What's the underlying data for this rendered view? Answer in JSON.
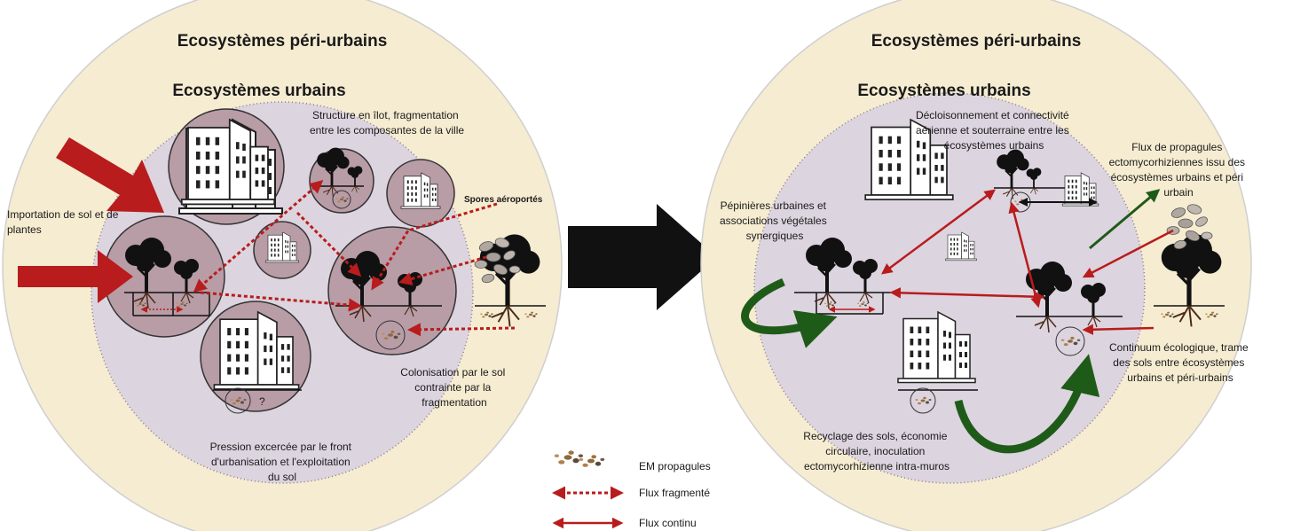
{
  "left_panel": {
    "outer_title": "Ecosystèmes péri-urbains",
    "inner_title": "Ecosystèmes urbains",
    "labels": {
      "structure": [
        "Structure en îlot, fragmentation",
        "entre les composantes de la ville"
      ],
      "importation": [
        "Importation de sol et de",
        "plantes"
      ],
      "spores": [
        "Spores aéroportés"
      ],
      "colonisation": [
        "Colonisation par le sol",
        "contrainte par la",
        "fragmentation"
      ],
      "pression": [
        "Pression excercée par le front",
        "d'urbanisation et l'exploitation",
        "du sol"
      ],
      "question": [
        "?"
      ]
    }
  },
  "right_panel": {
    "outer_title": "Ecosystèmes péri-urbains",
    "inner_title": "Ecosystèmes urbains",
    "labels": {
      "decloisonnement": [
        "Décloisonnement et connectivité",
        "aérienne et souterraine entre les",
        "écosystèmes urbains"
      ],
      "flux_propagules": [
        "Flux de propagules",
        "ectomycorhiziennes issu des",
        "écosystèmes urbains et péri",
        "urbain"
      ],
      "pepinieres": [
        "Pépinières urbaines et",
        "associations végétales",
        "synergiques"
      ],
      "continuum": [
        "Continuum écologique, trame",
        "des sols entre écosystèmes",
        "urbains et péri-urbains"
      ],
      "recyclage": [
        "Recyclage des sols, économie",
        "circulaire, inoculation",
        "ectomycorhizienne intra-muros"
      ]
    }
  },
  "legend": {
    "propagules": "EM propagules",
    "fragmente": "Flux fragmenté",
    "continu": "Flux continu"
  },
  "colors": {
    "outer_fill": "#f6ecd1",
    "inner_fill": "#dcd4df",
    "island_fill": "#b89ca6",
    "red": "#b81c1c",
    "green": "#1f5b18",
    "black": "#111111"
  }
}
